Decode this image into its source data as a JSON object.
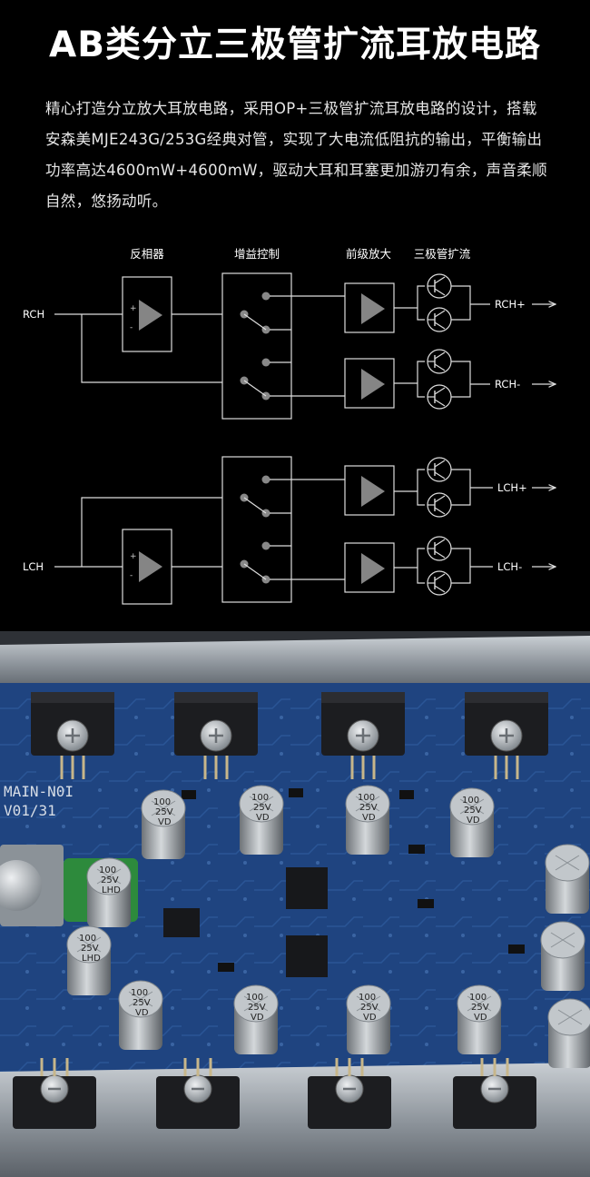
{
  "title": "AB类分立三极管扩流耳放电路",
  "intro": "精心打造分立放大耳放电路，采用OP+三极管扩流耳放电路的设计，搭载安森美MJE243G/253G经典对管，实现了大电流低阻抗的输出，平衡输出功率高达4600mW+4600mW，驱动大耳和耳塞更加游刃有余，声音柔顺自然，悠扬动听。",
  "diagram": {
    "headers": {
      "inverter": "反相器",
      "gain": "增益控制",
      "preamp": "前级放大",
      "expand": "三极管扩流"
    },
    "inputs": {
      "r": "RCH",
      "l": "LCH"
    },
    "outputs": {
      "r_plus": "RCH+",
      "r_minus": "RCH-",
      "l_plus": "LCH+",
      "l_minus": "LCH-"
    },
    "plus": "+",
    "minus": "-"
  },
  "photo": {
    "board_text": "MAIN-N0I",
    "date_text": "V01/31",
    "cap_voltage": "100",
    "cap_rating": "25V",
    "cap_series_vd": "VD",
    "cap_series_lhd": "LHD"
  },
  "colors": {
    "background": "#000000",
    "pcb": "#1d3f78",
    "chassis": "#9aa1a8",
    "cap": "#a9aeb3"
  }
}
